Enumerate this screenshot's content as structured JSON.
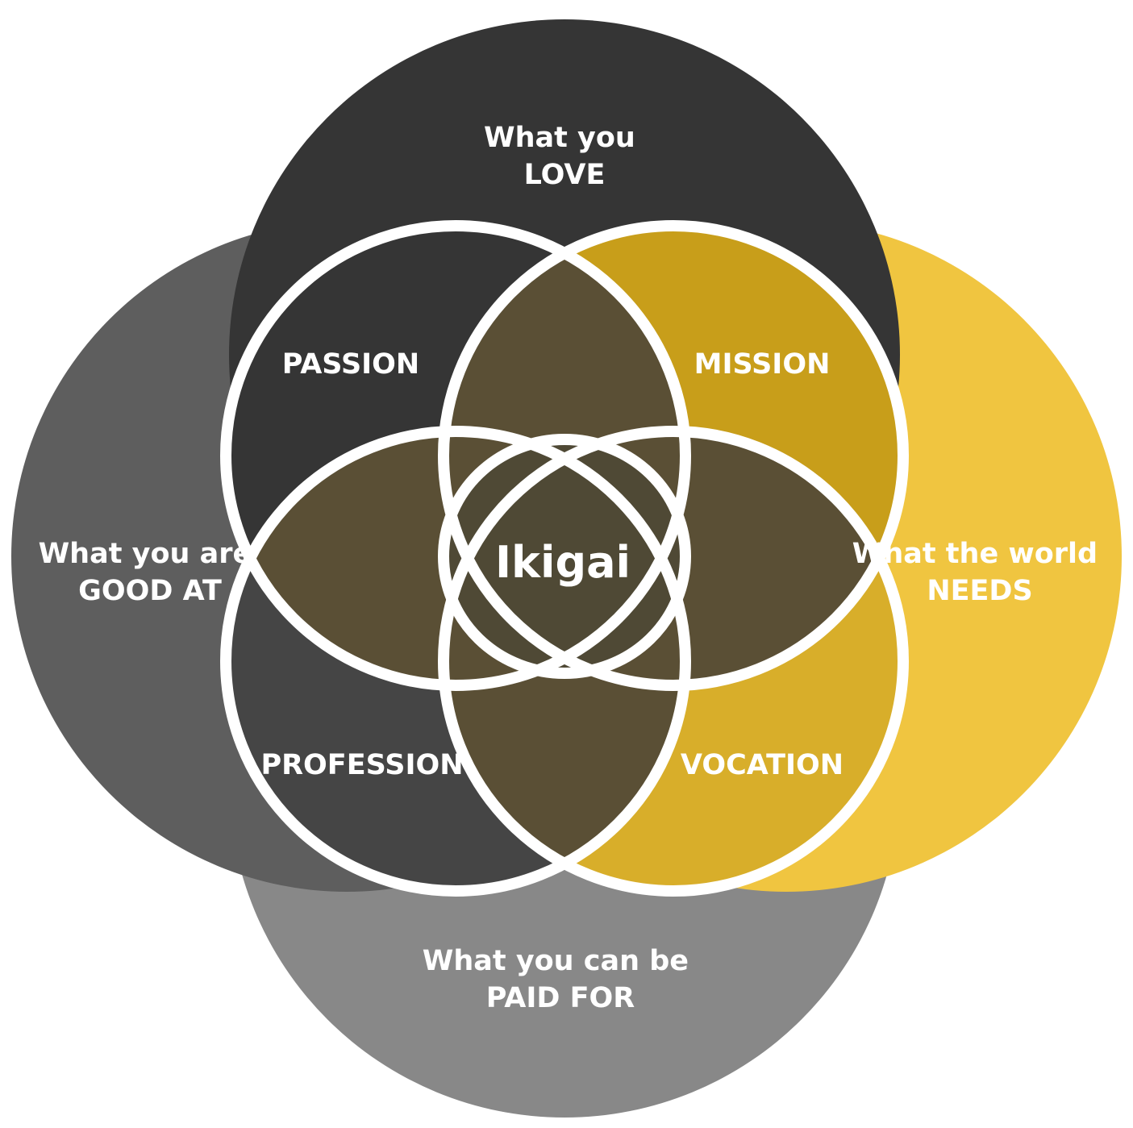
{
  "circles": {
    "love": {
      "line1": "What you",
      "line2": "LOVE",
      "color": "#353535"
    },
    "good_at": {
      "line1": "What you are",
      "line2": "GOOD AT",
      "color": "#5E5E5E"
    },
    "world_needs": {
      "line1": "What the world",
      "line2": "NEEDS",
      "color": "#F0C540"
    },
    "paid_for": {
      "line1": "What you can be",
      "line2": "PAID FOR",
      "color": "#888888"
    }
  },
  "overlaps": {
    "passion": {
      "label": "PASSION",
      "color": "#353535"
    },
    "mission": {
      "label": "MISSION",
      "color": "#C89E1A"
    },
    "profession": {
      "label": "PROFESSION",
      "color": "#454545"
    },
    "vocation": {
      "label": "VOCATION",
      "color": "#D8AE2A"
    }
  },
  "center": {
    "label": "Ikigai",
    "color": "#4F4935"
  },
  "olive_color": "#5A4F35",
  "stroke_color": "#FFFFFF"
}
